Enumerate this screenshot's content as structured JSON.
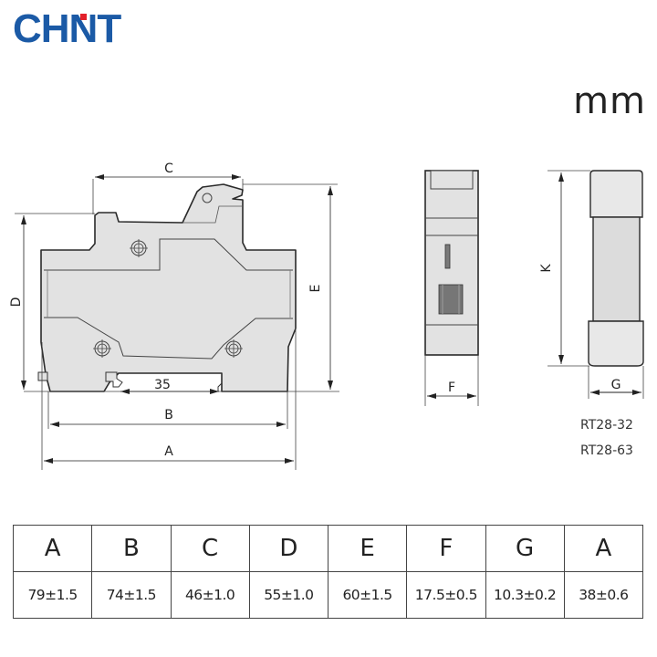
{
  "brand": {
    "logo_text": "CHNT",
    "logo_color": "#1b5aa6",
    "logo_accent_color": "#e3202a"
  },
  "unit_label": "mm",
  "diagram": {
    "front_view": {
      "dimension_labels": {
        "A": "A",
        "B": "B",
        "C": "C",
        "D": "D",
        "E": "E",
        "rail": "35"
      },
      "body_fill": "#e2e2e2",
      "outline_color": "#333333"
    },
    "side_view": {
      "dimension_labels": {
        "F": "F"
      }
    },
    "fuse_view": {
      "dimension_labels": {
        "K": "K",
        "G": "G"
      },
      "models": [
        "RT28-32",
        "RT28-63"
      ]
    }
  },
  "table": {
    "headers": [
      "A",
      "B",
      "C",
      "D",
      "E",
      "F",
      "G",
      "A"
    ],
    "values": [
      "79±1.5",
      "74±1.5",
      "46±1.0",
      "55±1.0",
      "60±1.5",
      "17.5±0.5",
      "10.3±0.2",
      "38±0.6"
    ]
  }
}
